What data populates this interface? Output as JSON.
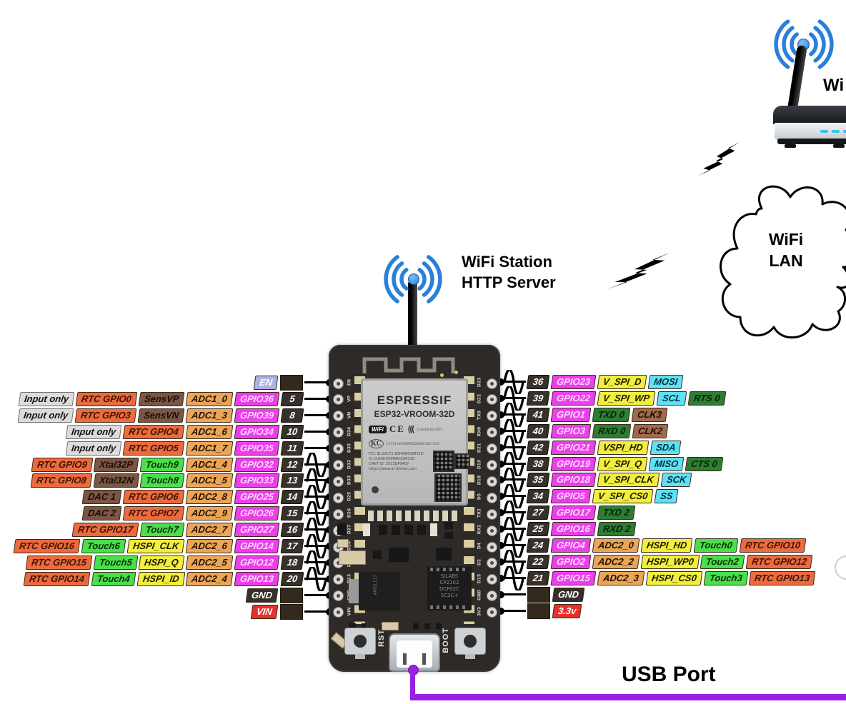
{
  "station": {
    "line1": "WiFi Station",
    "line2": "HTTP Server"
  },
  "cloud": {
    "line1": "WiFi",
    "line2": "LAN"
  },
  "router": {
    "label": "Wi"
  },
  "usb": {
    "label": "USB Port"
  },
  "colors": {
    "usb_cable": "#9a1fe0",
    "wifi_blue": "#2a7fd8",
    "gpio_magenta": "#ea3fea",
    "rtc_orange": "#ec6b3e",
    "adc_tan": "#eaa558",
    "hspi_yellow": "#f2ee3e",
    "bus_cyan": "#5fe1f5",
    "uart_green": "#2f7c33",
    "power_red": "#e8302a"
  },
  "board": {
    "module_brand": "ESPRESSIF",
    "module_model": "ESP32-VROOM-32D",
    "wifi_badge": "WiFi",
    "ce_mark": "CE",
    "arc_mark": "(((",
    "badge_side": "CCAH18LP0230TF",
    "kc_mark": "KC",
    "kc_line": "C-1711-e6 ESPWROOM32B  2017/103",
    "cert_lines": [
      "FCC ID:2ACT2-ESPWROOM32D",
      "IC:21098-ESPWROOM32D",
      "CMIIT ID: 2013DP5407",
      "https://www.ai-thinker.com"
    ],
    "regulator": "AMS1117",
    "usb_chip": [
      "SILABS",
      "CP2102",
      "DCF02C",
      "5C3C+"
    ],
    "rst_label": "RST",
    "boot_label": "BOOT",
    "left_pins": [
      "EN",
      "VP",
      "VN",
      "D34",
      "D35",
      "D32",
      "D33",
      "D25",
      "D26",
      "D27",
      "D14",
      "D12",
      "D13",
      "GND",
      "VIN"
    ],
    "right_pins": [
      "D23",
      "D22",
      "TX0",
      "RX0",
      "D21",
      "D19",
      "D18",
      "D5",
      "TX2",
      "RX2",
      "D4",
      "D2",
      "D15",
      "GND",
      "3V3"
    ]
  },
  "pins": {
    "left": [
      {
        "num": null,
        "block": true,
        "sine": false,
        "labels": [
          {
            "t": "EN",
            "c": "en"
          }
        ]
      },
      {
        "num": "5",
        "sine": false,
        "labels": [
          {
            "t": "Input only",
            "c": "gray"
          },
          {
            "t": "RTC GPIO0",
            "c": "rtc"
          },
          {
            "t": "SensVP",
            "c": "brown"
          },
          {
            "t": "ADC1_0",
            "c": "adc"
          },
          {
            "t": "GPIO36",
            "c": "gpio"
          }
        ]
      },
      {
        "num": "8",
        "sine": false,
        "labels": [
          {
            "t": "Input only",
            "c": "gray"
          },
          {
            "t": "RTC GPIO3",
            "c": "rtc"
          },
          {
            "t": "SensVN",
            "c": "brown"
          },
          {
            "t": "ADC1_3",
            "c": "adc"
          },
          {
            "t": "GPIO39",
            "c": "gpio"
          }
        ]
      },
      {
        "num": "10",
        "sine": false,
        "labels": [
          {
            "t": "Input only",
            "c": "gray"
          },
          {
            "t": "RTC GPIO4",
            "c": "rtc"
          },
          {
            "t": "ADC1_6",
            "c": "adc"
          },
          {
            "t": "GPIO34",
            "c": "gpio"
          }
        ]
      },
      {
        "num": "11",
        "sine": false,
        "labels": [
          {
            "t": "Input only",
            "c": "gray"
          },
          {
            "t": "RTC GPIO5",
            "c": "rtc"
          },
          {
            "t": "ADC1_7",
            "c": "adc"
          },
          {
            "t": "GPIO35",
            "c": "gpio"
          }
        ]
      },
      {
        "num": "12",
        "sine": true,
        "labels": [
          {
            "t": "RTC GPIO9",
            "c": "rtc"
          },
          {
            "t": "Xtal32P",
            "c": "brown"
          },
          {
            "t": "Touch9",
            "c": "touch"
          },
          {
            "t": "ADC1_4",
            "c": "adc"
          },
          {
            "t": "GPIO32",
            "c": "gpio"
          }
        ]
      },
      {
        "num": "13",
        "sine": true,
        "labels": [
          {
            "t": "RTC GPIO8",
            "c": "rtc"
          },
          {
            "t": "Xtal32N",
            "c": "brown"
          },
          {
            "t": "Touch8",
            "c": "touch"
          },
          {
            "t": "ADC1_5",
            "c": "adc"
          },
          {
            "t": "GPIO33",
            "c": "gpio"
          }
        ]
      },
      {
        "num": "14",
        "sine": true,
        "labels": [
          {
            "t": "DAC 1",
            "c": "brown"
          },
          {
            "t": "RTC GPIO6",
            "c": "rtc"
          },
          {
            "t": "ADC2_8",
            "c": "adc"
          },
          {
            "t": "GPIO25",
            "c": "gpio"
          }
        ]
      },
      {
        "num": "15",
        "sine": true,
        "labels": [
          {
            "t": "DAC 2",
            "c": "brown"
          },
          {
            "t": "RTC GPIO7",
            "c": "rtc"
          },
          {
            "t": "ADC2_9",
            "c": "adc"
          },
          {
            "t": "GPIO26",
            "c": "gpio"
          }
        ]
      },
      {
        "num": "16",
        "sine": true,
        "labels": [
          {
            "t": "RTC GPIO17",
            "c": "rtc"
          },
          {
            "t": "Touch7",
            "c": "touch"
          },
          {
            "t": "ADC2_7",
            "c": "adc"
          },
          {
            "t": "GPIO27",
            "c": "gpio"
          }
        ]
      },
      {
        "num": "17",
        "sine": true,
        "labels": [
          {
            "t": "RTC GPIO16",
            "c": "rtc"
          },
          {
            "t": "Touch6",
            "c": "touch"
          },
          {
            "t": "HSPI_CLK",
            "c": "yellow"
          },
          {
            "t": "ADC2_6",
            "c": "adc"
          },
          {
            "t": "GPIO14",
            "c": "gpio"
          }
        ]
      },
      {
        "num": "18",
        "sine": true,
        "labels": [
          {
            "t": "RTC GPIO15",
            "c": "rtc"
          },
          {
            "t": "Touch5",
            "c": "touch"
          },
          {
            "t": "HSPI_Q",
            "c": "yellow"
          },
          {
            "t": "ADC2_5",
            "c": "adc"
          },
          {
            "t": "GPIO12",
            "c": "gpio"
          }
        ]
      },
      {
        "num": "20",
        "sine": true,
        "labels": [
          {
            "t": "RTC GPIO14",
            "c": "rtc"
          },
          {
            "t": "Touch4",
            "c": "touch"
          },
          {
            "t": "HSPI_ID",
            "c": "yellow"
          },
          {
            "t": "ADC2_4",
            "c": "adc"
          },
          {
            "t": "GPIO13",
            "c": "gpio"
          }
        ]
      },
      {
        "num": null,
        "block": true,
        "sine": false,
        "labels": [
          {
            "t": "GND",
            "c": "gnd"
          }
        ]
      },
      {
        "num": null,
        "block": true,
        "sine": false,
        "labels": [
          {
            "t": "VIN",
            "c": "red"
          }
        ]
      }
    ],
    "right": [
      {
        "num": "36",
        "sine": true,
        "labels": [
          {
            "t": "GPIO23",
            "c": "gpio"
          },
          {
            "t": "V_SPI_D",
            "c": "yellow"
          },
          {
            "t": "MOSI",
            "c": "cyan"
          }
        ]
      },
      {
        "num": "39",
        "sine": true,
        "labels": [
          {
            "t": "GPIO22",
            "c": "gpio"
          },
          {
            "t": "V_SPI_WP",
            "c": "yellow"
          },
          {
            "t": "SCL",
            "c": "cyan"
          },
          {
            "t": "RTS 0",
            "c": "dgreen"
          }
        ]
      },
      {
        "num": "41",
        "sine": true,
        "labels": [
          {
            "t": "GPIO1",
            "c": "gpio"
          },
          {
            "t": "TXD 0",
            "c": "dgreen"
          },
          {
            "t": "CLK3",
            "c": "brownlight"
          }
        ]
      },
      {
        "num": "40",
        "sine": true,
        "labels": [
          {
            "t": "GPIO3",
            "c": "gpio"
          },
          {
            "t": "RXD 0",
            "c": "dgreen"
          },
          {
            "t": "CLK2",
            "c": "brownlight"
          }
        ]
      },
      {
        "num": "42",
        "sine": true,
        "labels": [
          {
            "t": "GPIO21",
            "c": "gpio"
          },
          {
            "t": "VSPI_HD",
            "c": "yellow"
          },
          {
            "t": "SDA",
            "c": "cyan"
          }
        ]
      },
      {
        "num": "38",
        "sine": true,
        "labels": [
          {
            "t": "GPIO19",
            "c": "gpio"
          },
          {
            "t": "V_SPI_Q",
            "c": "yellow"
          },
          {
            "t": "MISO",
            "c": "cyan"
          },
          {
            "t": "CTS 0",
            "c": "dgreen"
          }
        ]
      },
      {
        "num": "35",
        "sine": true,
        "labels": [
          {
            "t": "GPIO18",
            "c": "gpio"
          },
          {
            "t": "V_SPI_CLK",
            "c": "yellow"
          },
          {
            "t": "SCK",
            "c": "cyan"
          }
        ]
      },
      {
        "num": "34",
        "sine": true,
        "labels": [
          {
            "t": "GPIO5",
            "c": "gpio"
          },
          {
            "t": "V_SPI_CS0",
            "c": "yellow"
          },
          {
            "t": "SS",
            "c": "cyan"
          }
        ]
      },
      {
        "num": "27",
        "sine": true,
        "labels": [
          {
            "t": "GPIO17",
            "c": "gpio"
          },
          {
            "t": "TXD 2",
            "c": "dgreen"
          }
        ]
      },
      {
        "num": "25",
        "sine": true,
        "labels": [
          {
            "t": "GPIO16",
            "c": "gpio"
          },
          {
            "t": "RXD 2",
            "c": "dgreen"
          }
        ]
      },
      {
        "num": "24",
        "sine": true,
        "labels": [
          {
            "t": "GPIO4",
            "c": "gpio"
          },
          {
            "t": "ADC2_0",
            "c": "adc"
          },
          {
            "t": "HSPI_HD",
            "c": "yellow"
          },
          {
            "t": "Touch0",
            "c": "touch"
          },
          {
            "t": "RTC GPIO10",
            "c": "rtc"
          }
        ]
      },
      {
        "num": "22",
        "sine": true,
        "labels": [
          {
            "t": "GPIO2",
            "c": "gpio"
          },
          {
            "t": "ADC2_2",
            "c": "adc"
          },
          {
            "t": "HSPI_WP0",
            "c": "yellow"
          },
          {
            "t": "Touch2",
            "c": "touch"
          },
          {
            "t": "RTC GPIO12",
            "c": "rtc"
          }
        ]
      },
      {
        "num": "21",
        "sine": true,
        "labels": [
          {
            "t": "GPIO15",
            "c": "gpio"
          },
          {
            "t": "ADC2_3",
            "c": "adc"
          },
          {
            "t": "HSPI_CS0",
            "c": "yellow"
          },
          {
            "t": "Touch3",
            "c": "touch"
          },
          {
            "t": "RTC GPIO13",
            "c": "rtc"
          }
        ]
      },
      {
        "num": null,
        "block": true,
        "sine": false,
        "labels": [
          {
            "t": "GND",
            "c": "gnd"
          }
        ]
      },
      {
        "num": null,
        "block": true,
        "sine": false,
        "labels": [
          {
            "t": "3.3v",
            "c": "red"
          }
        ]
      }
    ]
  }
}
